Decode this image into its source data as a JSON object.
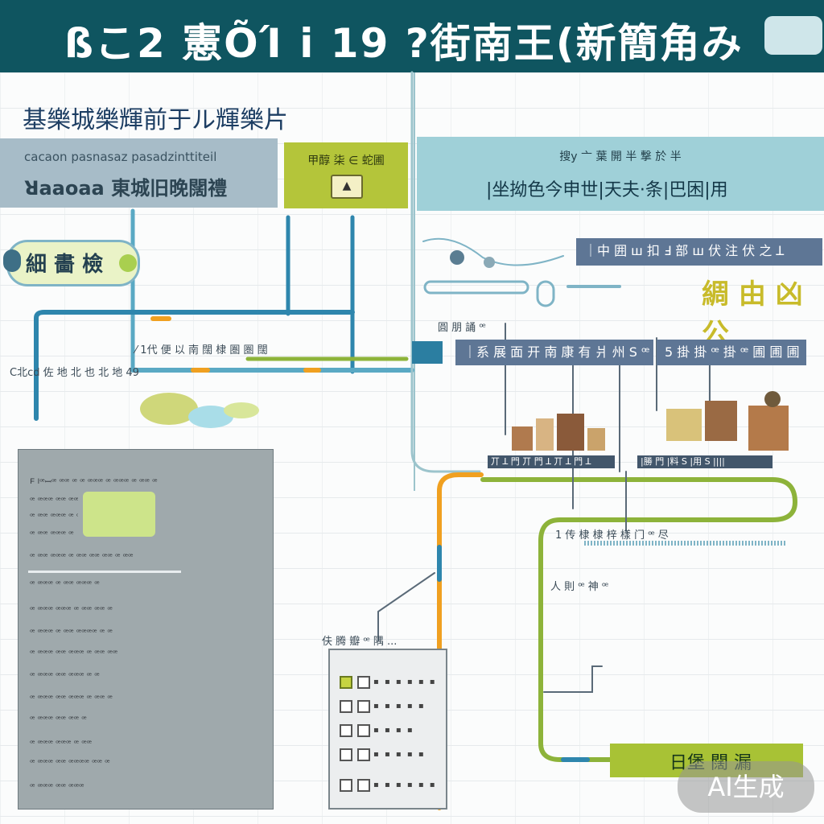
{
  "header": {
    "title": "ßこ2 憲ÕΊ i 19 ?街南王(新簡角み"
  },
  "subtitle": "基樂城樂輝前于ル輝樂片",
  "band_left": {
    "line1": "cacaon pasnasaz pasadzinttiteil",
    "line2": "ꓤaaoaa 東城旧晚闊禮"
  },
  "lime_card": {
    "label": "甲醇 柒 ∈ 蛇圃",
    "icon_text": "▲"
  },
  "band_right": {
    "line1": "搜y 亠 葉 開 半 撃 於 半",
    "line2": "|坐拗色今申世|天夫·条|巴困|用"
  },
  "pill": {
    "text": "細 畵 檢"
  },
  "labels": {
    "left_a": "⁄ 1代 便 以 南 闊 棣 圏 圏 闊",
    "left_b": "C北cd 佐 地 北 也 北 地 49",
    "mid_a": "圓 朋 誦 ꟹ",
    "right_box1": "｜中 囲 ꟺ 扣 ꓞ 部 ꟺ 伏 注 伏 之 ꓕ",
    "right_box2": "｜系 展 面 开 南 康 有 爿 州 ꓢ ꟹ 一 ꓢ ꟹ ꓢ",
    "right_box3": "5 掛 掛 ꟹ 掛 ꟹ 圃 圃 圃",
    "right_title": "綢 由 凶 公",
    "mini1": "丌 ꓕ 門 丌 門 ꓕ 丌 ꓕ 門 ꓕ",
    "mini2": "|勝 門 |料 ꓢ |用 ꓢ ||||",
    "flow1": "1 传 棣 棣 梓 樣 门 ꟹ 尽",
    "flow2": "人 則 ꟹ 神 ꟹ",
    "chk_label": "伕 腾 瓣 ꟹ 隅 ..."
  },
  "doc_panel": {
    "lines": [
      "ꓰ lꟹꟷꟹ ꟹꟹ ꟹ ꟹ ꟹꟹꟹ ꟹ ꟹꟹꟹ ꟹ ꟹꟹ ꟹ",
      "ꟹ ꟹꟹꟹ ꟹꟹ ꟹꟹꟹꟹ ꟹ ꟹ ꟹ ꟹꟹ",
      "ꟹ ꟹꟹ ꟹꟹꟹ ꟹ ꟹꟹ ꟹꟹ",
      "ꟹ ꟹꟹ ꟹꟹꟹ ꟹ",
      "ꟹ ꟹꟹ ꟹꟹꟹ ꟹ ꟹꟹ ꟹꟹ ꟹꟹ ꟹ ꟹꟹ",
      "ꟹ ꟹꟹꟹ ꟹ ꟹꟹ ꟹꟹꟹ ꟹ",
      "ꟹ ꟹꟹꟹ ꟹꟹꟹ ꟹ ꟹꟹ ꟹꟹ ꟹ",
      "ꟹ ꟹꟹꟹ ꟹ ꟹꟹ ꟹꟹꟹꟹ ꟹ ꟹ",
      "ꟹ ꟹꟹꟹ ꟹꟹ ꟹꟹꟹ ꟹ ꟹꟹ ꟹꟹ",
      "ꟹ ꟹꟹꟹ ꟹꟹ ꟹꟹꟹ ꟹ ꟹ",
      "ꟹ ꟹꟹꟹ ꟹꟹ ꟹꟹꟹ ꟹ ꟹꟹ ꟹ",
      "ꟹ ꟹꟹꟹ ꟹꟹ ꟹꟹ ꟹ",
      "ꟹ ꟹꟹꟹ ꟹꟹꟹ ꟹ ꟹꟹ",
      "ꟹ ꟹꟹꟹ ꟹꟹ ꟹꟹꟹꟹ ꟹꟹ ꟹ",
      "ꟹ ꟹꟹꟹ ꟹꟹ ꟹꟹꟹ"
    ]
  },
  "green_card": {
    "text": "日堡 闊 漏"
  },
  "badge": {
    "text": "AI生成"
  },
  "colors": {
    "header": "#0f5560",
    "lime": "#b4c53a",
    "teal_band": "#9fd0d8",
    "navy_box": "#5e7695",
    "pipe_blue": "#2e86ad",
    "pipe_green": "#8db33a",
    "pipe_orange": "#f0a020"
  }
}
